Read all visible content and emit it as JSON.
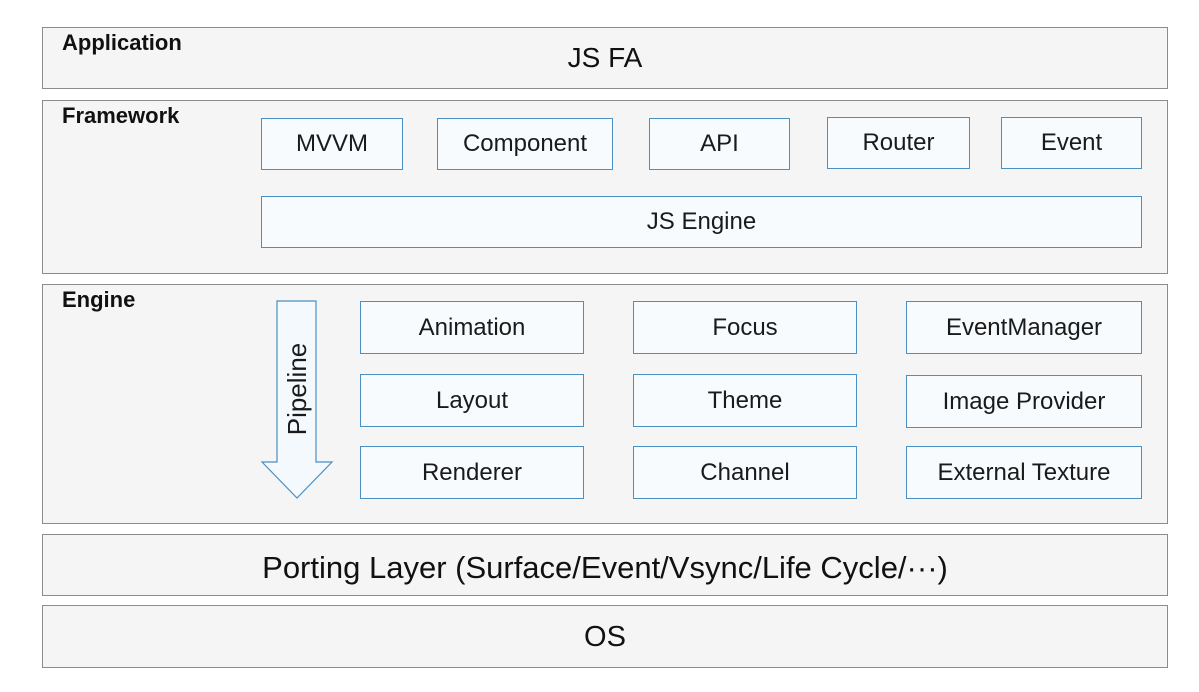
{
  "application": {
    "label": "Application",
    "content": "JS FA"
  },
  "framework": {
    "label": "Framework",
    "modules": [
      "MVVM",
      "Component",
      "API",
      "Router",
      "Event"
    ],
    "engine": "JS Engine"
  },
  "engine": {
    "label": "Engine",
    "pipeline": "Pipeline",
    "modules": [
      "Animation",
      "Focus",
      "EventManager",
      "Layout",
      "Theme",
      "Image Provider",
      "Renderer",
      "Channel",
      "External Texture"
    ]
  },
  "porting_layer": {
    "content": "Porting Layer (Surface/Event/Vsync/Life Cycle/···)"
  },
  "os": {
    "content": "OS"
  },
  "colors": {
    "box_border": "#4a90c4",
    "box_fill": "#f7fbfe",
    "layer_fill": "#f5f5f5",
    "layer_border": "#8c8c8c"
  }
}
